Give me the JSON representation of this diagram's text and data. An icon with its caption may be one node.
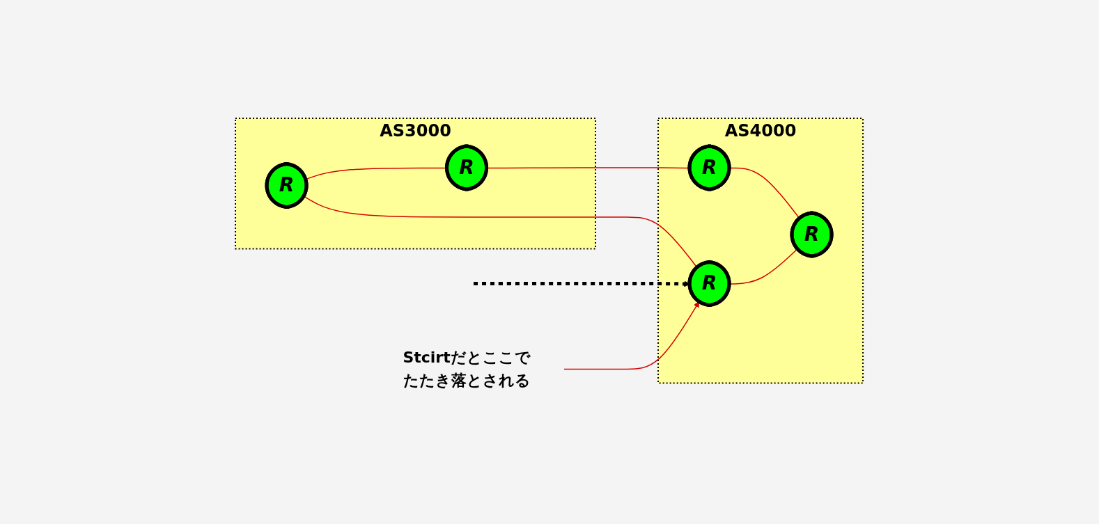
{
  "diagram": {
    "nodes": [
      {
        "text": [
          "AS3000"
        ]
      },
      {
        "text": [
          "R"
        ],
        "in": 0
      },
      {
        "text": [
          "R"
        ],
        "in": 0
      },
      {
        "text": [
          "AS4000"
        ]
      },
      {
        "text": [
          "R"
        ],
        "in": 3
      },
      {
        "text": [
          "R"
        ],
        "in": 3
      },
      {
        "text": [
          "R"
        ],
        "in": 3
      },
      {
        "text": [
          "Stcirtだとここでたたき落とされる"
        ]
      }
    ],
    "edges": [
      {
        "from": 1,
        "to": 2,
        "arrow": "none"
      },
      {
        "from": 2,
        "to": 4,
        "arrow": "none"
      },
      {
        "from": 1,
        "to": 5,
        "arrow": "none"
      },
      {
        "from": 4,
        "to": 6,
        "arrow": "none"
      },
      {
        "from": 5,
        "to": 6,
        "arrow": "none"
      },
      {
        "from": null,
        "to": 5,
        "arrow": "to",
        "style": "dashed",
        "color": "#000000"
      },
      {
        "from": 7,
        "to": 5,
        "arrow": "to"
      }
    ]
  }
}
